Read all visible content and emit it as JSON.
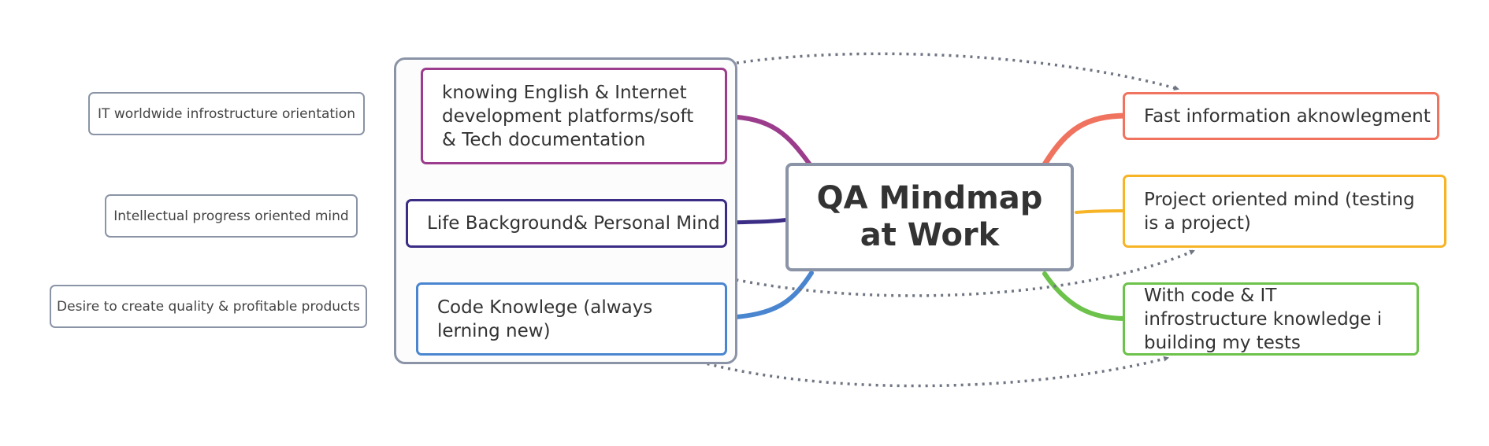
{
  "central": {
    "title": "QA Mindmap at Work"
  },
  "left_topics": [
    {
      "label": "knowing English & Internet development platforms/soft & Tech documentation",
      "color": "#9b3d8c"
    },
    {
      "label": "Life Background& Personal Mind",
      "color": "#3b2d85"
    },
    {
      "label": "Code Knowlege (always lerning new)",
      "color": "#4a86d0"
    }
  ],
  "right_topics": [
    {
      "label": "Fast information aknowlegment",
      "color": "#f0735f"
    },
    {
      "label": "Project oriented mind (testing is a project)",
      "color": "#f6b426"
    },
    {
      "label": "With code & IT infrostructure knowledge i building my tests",
      "color": "#6cc24a"
    }
  ],
  "notes": [
    {
      "label": "IT worldwide infrostructure orientation"
    },
    {
      "label": "Intellectual progress oriented mind"
    },
    {
      "label": "Desire to create quality & profitable products"
    }
  ],
  "colors": {
    "node_border": "#8a94a6",
    "relationship_line": "#6f7582",
    "text": "#333333"
  }
}
